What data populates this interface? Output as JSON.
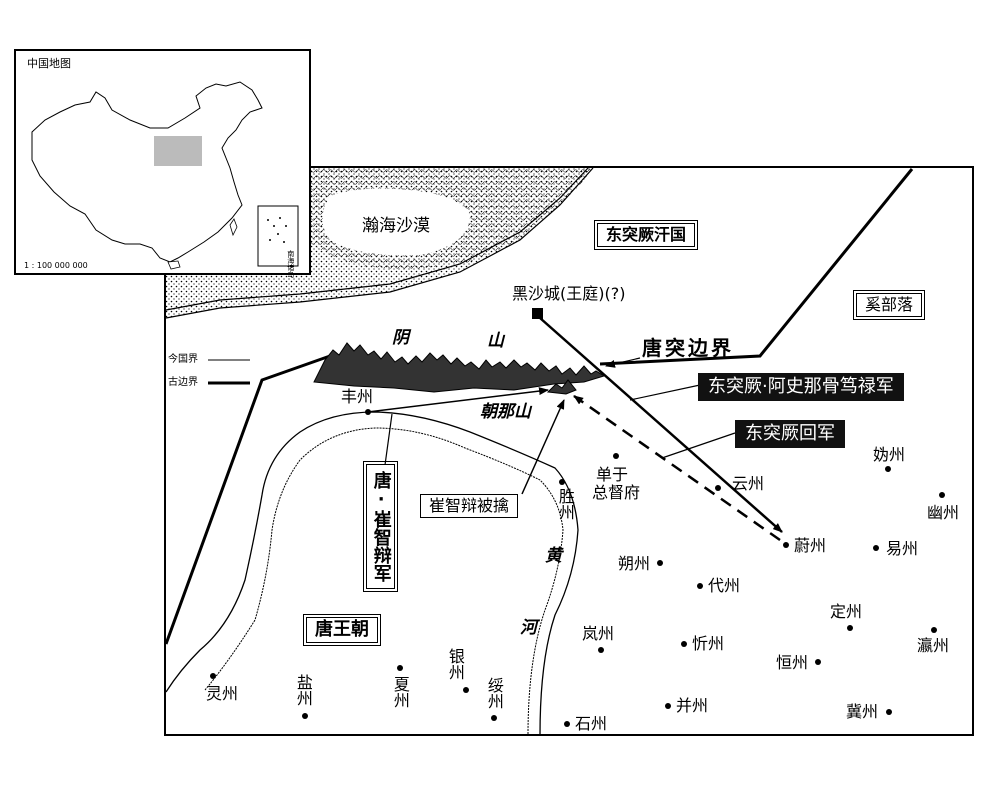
{
  "inset": {
    "title": "中国地图",
    "scale": "1 : 100 000 000",
    "sea_label": "南海诸岛"
  },
  "legend": {
    "modern_border": "今国界",
    "ancient_border": "古边界"
  },
  "regions": {
    "desert": "瀚海沙漠",
    "eastern_turks": "东突厥汗国",
    "xi_tribe": "奚部落",
    "tang_dynasty": "唐王朝",
    "border": "唐突边界"
  },
  "mountains": {
    "yin_1": "阴",
    "yin_2": "山",
    "chaona": "朝那山"
  },
  "river": {
    "huang": "黄",
    "he": "河"
  },
  "places": {
    "capital": "黑沙城(王庭)(?)",
    "fengzhou": "丰州",
    "shengzhou": "胜州",
    "shanyu_1": "单于",
    "shanyu_2": "总督府",
    "yunzhou": "云州",
    "guizhou": "妫州",
    "youzhou": "幽州",
    "yuzhou": "蔚州",
    "yizhou": "易州",
    "shuozhou": "朔州",
    "daizhou": "代州",
    "dingzhou": "定州",
    "lanzhou": "岚州",
    "xinzhou": "忻州",
    "hengzhou": "恒州",
    "yingzhou": "瀛州",
    "lingzhou": "灵州",
    "yanzhou": "盐州",
    "xiazhou": "夏州",
    "yinzhou": "银州",
    "suizhou": "绥州",
    "bingzhou": "并州",
    "shizhou": "石州",
    "jizhou": "冀州"
  },
  "armies": {
    "tang_army": "唐·崔智辩军",
    "cui_captured": "崔智辩被擒",
    "turk_army": "东突厥·阿史那骨笃禄军",
    "turk_return": "东突厥回军"
  }
}
